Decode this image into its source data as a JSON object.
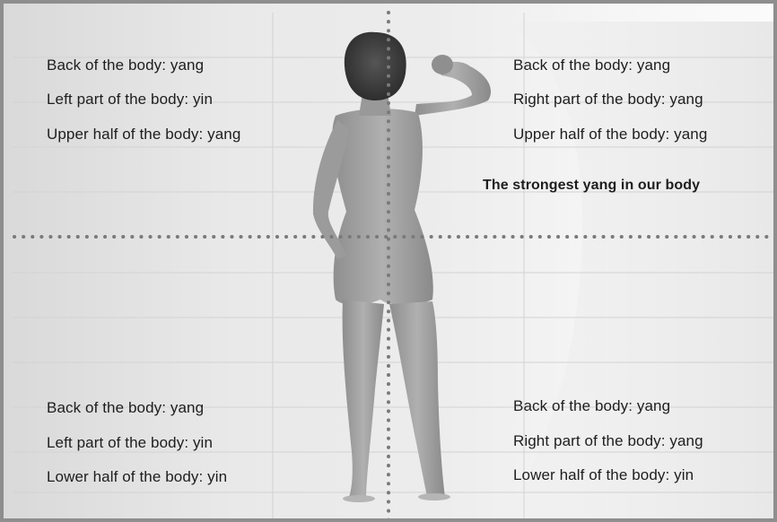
{
  "quadrants": {
    "top_left": {
      "line1": "Back of the body: yang",
      "line2": "Left part of the body: yin",
      "line3": "Upper half of the body: yang"
    },
    "top_right": {
      "line1": "Back of the body: yang",
      "line2": "Right part of the body: yang",
      "line3": "Upper half of the body: yang",
      "emphasis": "The strongest yang in our body"
    },
    "bottom_left": {
      "line1": "Back of the body: yang",
      "line2": "Left part of the body: yin",
      "line3": "Lower half of the body: yin"
    },
    "bottom_right": {
      "line1": "Back of the body: yang",
      "line2": "Right part of the body: yang",
      "line3": "Lower half of the body: yin"
    }
  },
  "colors": {
    "background": "#e9e9e9",
    "frame_border": "#8e8e8e",
    "text": "#1e1e1e",
    "dotted_line": "#7a7a7a",
    "figure_skin": "#9a9a9a",
    "hair": "#3a3a3a"
  },
  "figure": "standing woman seen from behind, right arm raised and flexed"
}
